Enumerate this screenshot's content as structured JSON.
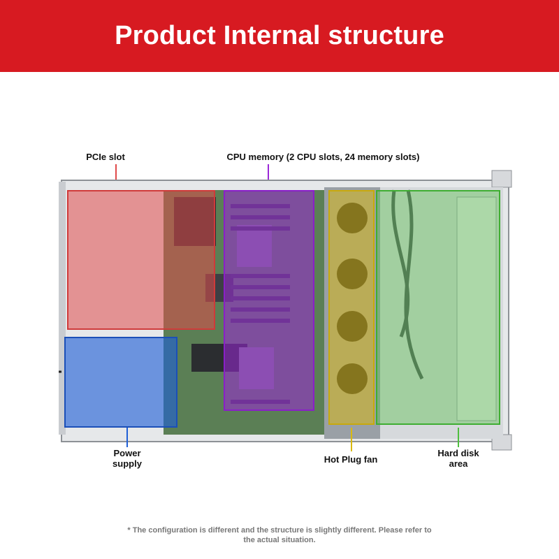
{
  "banner": {
    "title": "Product Internal structure",
    "color": "#d71a21"
  },
  "labels": {
    "pcie": "PCIe slot",
    "cpu_memory": "CPU memory (2 CPU slots, 24 memory slots)",
    "power_supply": "Power supply",
    "fan": "Hot Plug fan",
    "hdd": "Hard disk area"
  },
  "zone_colors": {
    "pcie": "#e04a4a",
    "cpu_memory": "#9b27d8",
    "power_supply": "#1f5fd6",
    "fan": "#d9b90f",
    "hdd": "#4fbf3f"
  },
  "footnote": "* The configuration is different and the structure is slightly different. Please refer to the actual situation."
}
